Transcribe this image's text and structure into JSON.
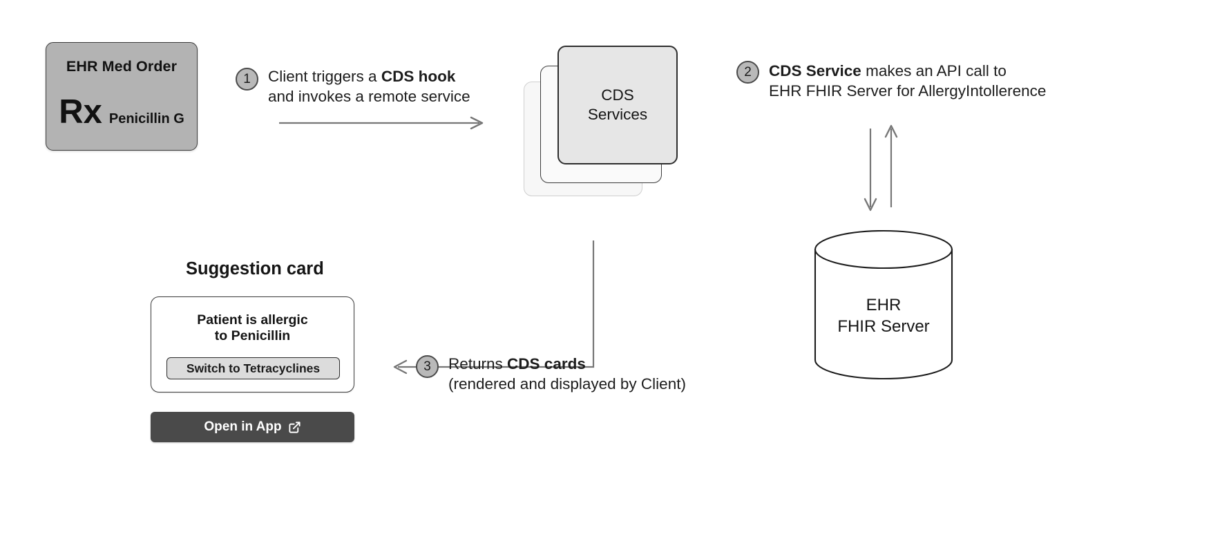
{
  "diagram": {
    "title": "CDS Hooks interaction flow",
    "colors": {
      "med_order_fill": "#b3b3b3",
      "badge_fill": "#b9b9b9",
      "arrow_stroke": "#767676",
      "cds_front_fill": "#e6e6e6",
      "open_in_app_fill": "#4a4a4a",
      "card_action_fill": "#dcdcdc"
    }
  },
  "med_order": {
    "title": "EHR Med Order",
    "rx_symbol": "Rx",
    "drug": "Penicillin G"
  },
  "steps": [
    {
      "number": "1",
      "line1_pre": "Client triggers a ",
      "line1_bold": "CDS hook",
      "line1_post": "",
      "line2": "and invokes a remote service"
    },
    {
      "number": "2",
      "line1_pre": "",
      "line1_bold": "CDS Service",
      "line1_post": " makes an API call to",
      "line2": "EHR FHIR Server for AllergyIntollerence"
    },
    {
      "number": "3",
      "line1_pre": "Returns ",
      "line1_bold": "CDS cards",
      "line1_post": "",
      "line2": "(rendered and displayed by Client)"
    }
  ],
  "cds_services": {
    "label_line1": "CDS",
    "label_line2": "Services",
    "stack_count": 3
  },
  "fhir_server": {
    "label_line1": "EHR",
    "label_line2": "FHIR Server"
  },
  "suggestion": {
    "title": "Suggestion card",
    "headline_line1": "Patient is allergic",
    "headline_line2": "to Penicillin",
    "action_label": "Switch to Tetracyclines",
    "open_in_app_label": "Open in App",
    "open_in_app_icon": "external-link-icon"
  },
  "arrows": [
    {
      "name": "client-to-cds-arrow",
      "direction": "right"
    },
    {
      "name": "cds-to-fhir-request-arrow",
      "direction": "down"
    },
    {
      "name": "fhir-to-cds-response-arrow",
      "direction": "up"
    },
    {
      "name": "cds-to-suggestion-card-arrow",
      "direction": "elbow-down-left"
    }
  ]
}
